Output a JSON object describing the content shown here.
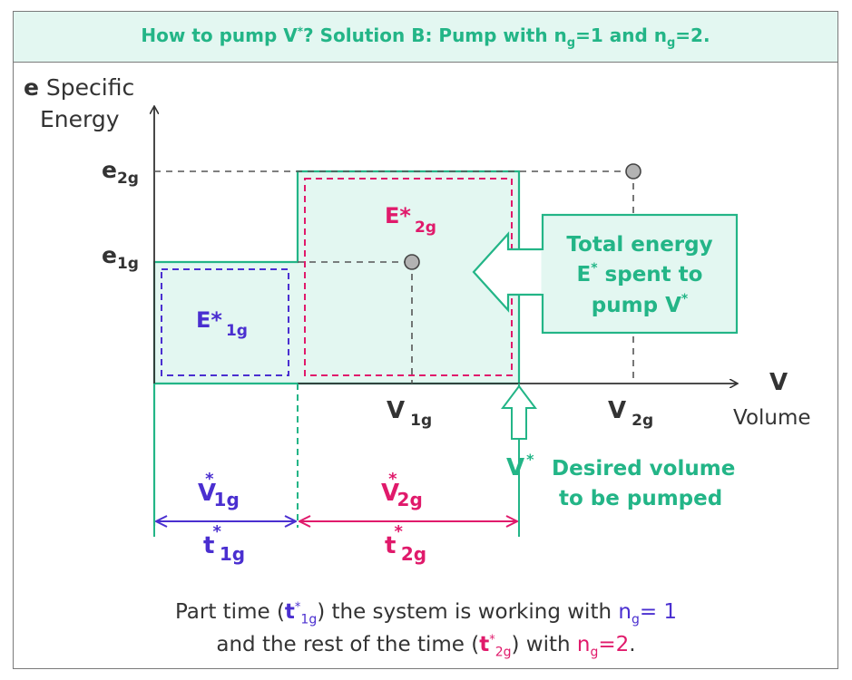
{
  "title": {
    "pre": "How to pump V",
    "sup": "*",
    "mid": "? Solution B: Pump with n",
    "sub1": "g",
    "mid2": "=1 and n",
    "sub2": "g",
    "post": "=2."
  },
  "axes": {
    "y_symbol": "e",
    "y_word1": "Specific",
    "y_word2": "Energy",
    "x_symbol": "V",
    "x_word": "Volume"
  },
  "ticks": {
    "e2g_main": "e",
    "e2g_sub": "2g",
    "e1g_main": "e",
    "e1g_sub": "1g",
    "v1g_main": "V",
    "v1g_sub": "1g",
    "v2g_main": "V",
    "v2g_sub": "2g"
  },
  "areas": {
    "e1g_main": "E*",
    "e1g_sub": "1g",
    "e2g_main": "E*",
    "e2g_sub": "2g"
  },
  "callout": {
    "line1": "Total energy",
    "line2_main": "E",
    "line2_sup": "*",
    "line2_rest": " spent to",
    "line3_main": "pump V",
    "line3_sup": "*"
  },
  "desired": {
    "symbol": "V",
    "symbol_sup": "*",
    "line1": "Desired volume",
    "line2": "to be pumped"
  },
  "intervals": {
    "v1": "V",
    "v1_sup": "*",
    "v1_sub": "1g",
    "t1": "t",
    "t1_sup": "*",
    "t1_sub": "1g",
    "v2": "V",
    "v2_sup": "*",
    "v2_sub": "2g",
    "t2": "t",
    "t2_sup": "*",
    "t2_sub": "2g"
  },
  "caption": {
    "l1_a": "Part time (",
    "l1_t": "t",
    "l1_t_sup": "*",
    "l1_t_sub": "1g",
    "l1_b": ") the system is working with ",
    "l1_n": "n",
    "l1_n_sub": "g",
    "l1_n_val": "= 1",
    "l2_a": "and the rest of the time (",
    "l2_t": "t",
    "l2_t_sup": "*",
    "l2_t_sub": "2g",
    "l2_b": ") with ",
    "l2_n": "n",
    "l2_n_sub": "g",
    "l2_n_val": "=2",
    "l2_end": "."
  },
  "colors": {
    "green": "#23b587",
    "green_fill": "#e3f7f1",
    "blue": "#4a2fd0",
    "pink": "#e01a6b",
    "gray": "#555555"
  }
}
